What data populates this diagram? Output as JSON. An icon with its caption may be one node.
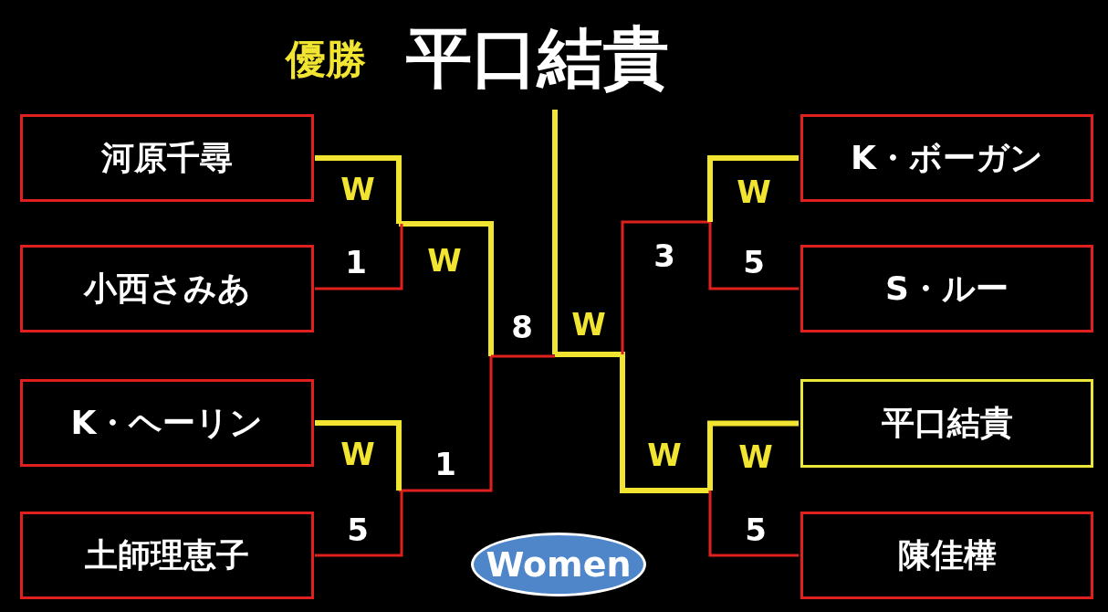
{
  "diagram": {
    "title": "平口結貴",
    "nodes": [
      {
        "text": [
          "河原千尋"
        ]
      },
      {
        "text": [
          "小西さみあ"
        ]
      },
      {
        "text": [
          "K・ヘーリン"
        ]
      },
      {
        "text": [
          "土師理恵子"
        ]
      },
      {
        "text": [
          "K・ボーガン"
        ]
      },
      {
        "text": [
          "S・ルー"
        ]
      },
      {
        "text": [
          "平口結貴"
        ]
      },
      {
        "text": [
          "陳佳樺"
        ]
      },
      {
        "text": [
          "Women"
        ]
      }
    ],
    "edges": [
      {
        "from": 0,
        "to": null,
        "arrow": "none",
        "label": "W",
        "style": "thick",
        "color": "#f2e531"
      },
      {
        "from": 1,
        "to": null,
        "arrow": "none",
        "label": "1",
        "color": "#e0201f"
      },
      {
        "from": 2,
        "to": null,
        "arrow": "none",
        "label": "W",
        "style": "thick",
        "color": "#f2e531"
      },
      {
        "from": 3,
        "to": null,
        "arrow": "none",
        "label": "5",
        "color": "#e0201f"
      },
      {
        "from": 4,
        "to": null,
        "arrow": "none",
        "label": "W",
        "style": "thick",
        "color": "#f2e531"
      },
      {
        "from": 5,
        "to": null,
        "arrow": "none",
        "label": "5",
        "color": "#e0201f"
      },
      {
        "from": 6,
        "to": null,
        "arrow": "none",
        "label": "W",
        "style": "thick",
        "color": "#f2e531"
      },
      {
        "from": 7,
        "to": null,
        "arrow": "none",
        "label": "5",
        "color": "#e0201f"
      }
    ],
    "labels": [
      "優勝",
      "W",
      "3",
      "W",
      "8",
      "W",
      "1"
    ]
  }
}
